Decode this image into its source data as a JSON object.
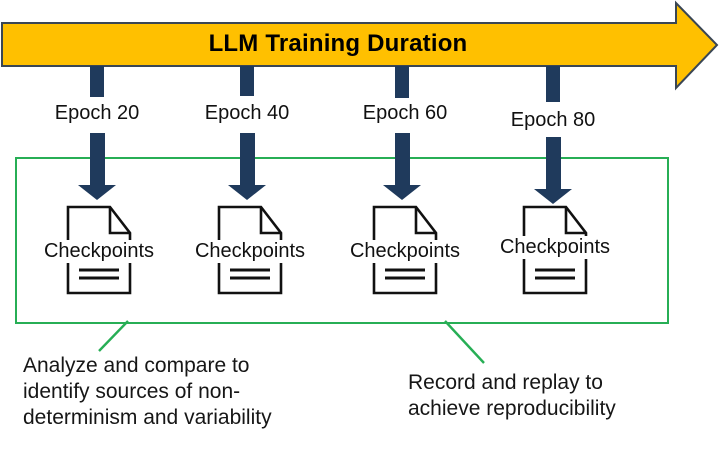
{
  "banner": {
    "title": "LLM Training Duration"
  },
  "columns": [
    {
      "epoch_label": "Epoch 20",
      "checkpoint_label": "Checkpoints"
    },
    {
      "epoch_label": "Epoch 40",
      "checkpoint_label": "Checkpoints"
    },
    {
      "epoch_label": "Epoch 60",
      "checkpoint_label": "Checkpoints"
    },
    {
      "epoch_label": "Epoch 80",
      "checkpoint_label": "Checkpoints"
    }
  ],
  "annotations": {
    "left": "Analyze and compare to\nidentify sources of non-\ndeterminism and variability",
    "right": "Record and replay to\nachieve reproducibility"
  },
  "colors": {
    "banner_fill": "#FFC000",
    "banner_stroke": "#3A4654",
    "arrow_navy": "#1F3A5C",
    "box_green": "#27AE55",
    "text": "#111111"
  },
  "icons": {
    "timeline_arrow": "right-block-arrow",
    "epoch_marker": "down-block-arrow",
    "checkpoint": "document-with-folded-corner"
  }
}
